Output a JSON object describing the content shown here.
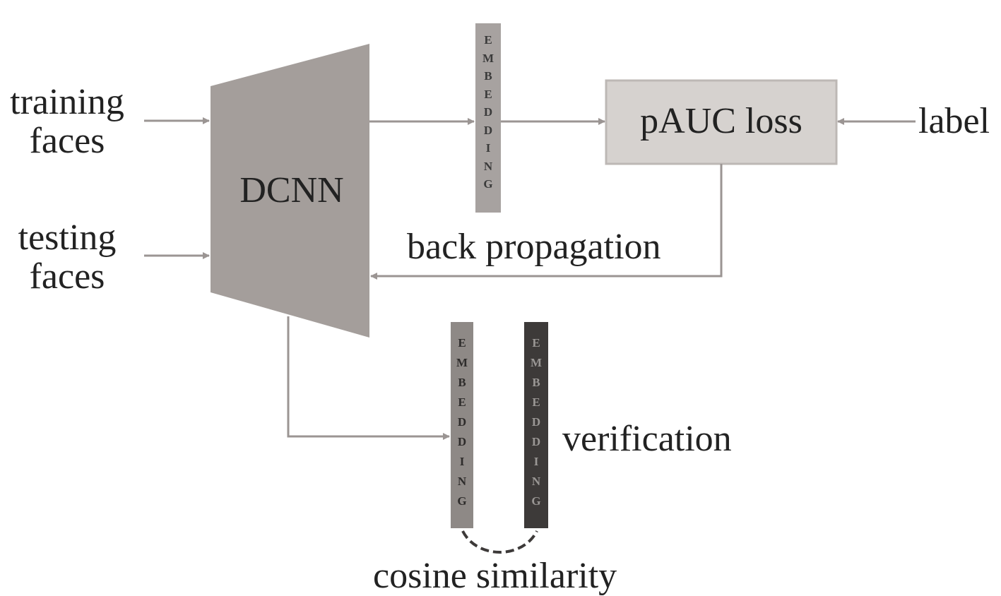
{
  "inputs": {
    "training": [
      "training",
      "faces"
    ],
    "testing": [
      "testing",
      "faces"
    ],
    "label": "label"
  },
  "network": {
    "name": "DCNN"
  },
  "loss": {
    "name": "pAUC loss"
  },
  "embedding": {
    "letters": [
      "E",
      "M",
      "B",
      "E",
      "D",
      "D",
      "I",
      "N",
      "G"
    ]
  },
  "annotations": {
    "back_propagation": "back propagation",
    "verification": "verification",
    "cosine_similarity": "cosine similarity"
  },
  "colors": {
    "network_fill": "#a49e9b",
    "loss_fill": "#d6d2cf",
    "loss_border": "#bdb8b5",
    "embedding_fill": "#a7a2a0",
    "embedding_test_fill": "#8e8986",
    "embedding_ref_fill": "#3d3a39",
    "arrow": "#9b9593",
    "text": "#222222"
  }
}
